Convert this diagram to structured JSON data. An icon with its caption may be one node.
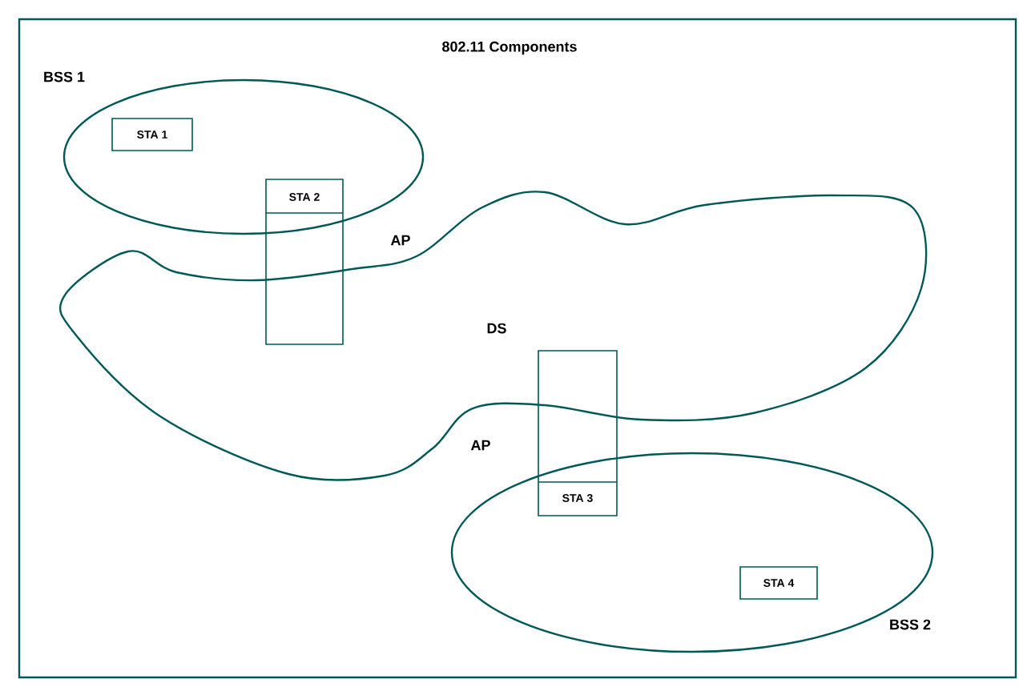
{
  "diagram": {
    "title": "802.11 Components",
    "nodes": [
      {
        "text": [
          "BSS 1"
        ]
      },
      {
        "text": [
          "STA 1"
        ],
        "in": 0
      },
      {
        "text": [
          "STA 2"
        ]
      },
      {
        "text": [
          "DS"
        ]
      },
      {
        "text": [
          "STA 3"
        ]
      },
      {
        "text": [
          "BSS 2"
        ]
      },
      {
        "text": [
          "STA 4"
        ],
        "in": 5
      }
    ],
    "labels": [
      "AP",
      "AP"
    ]
  }
}
